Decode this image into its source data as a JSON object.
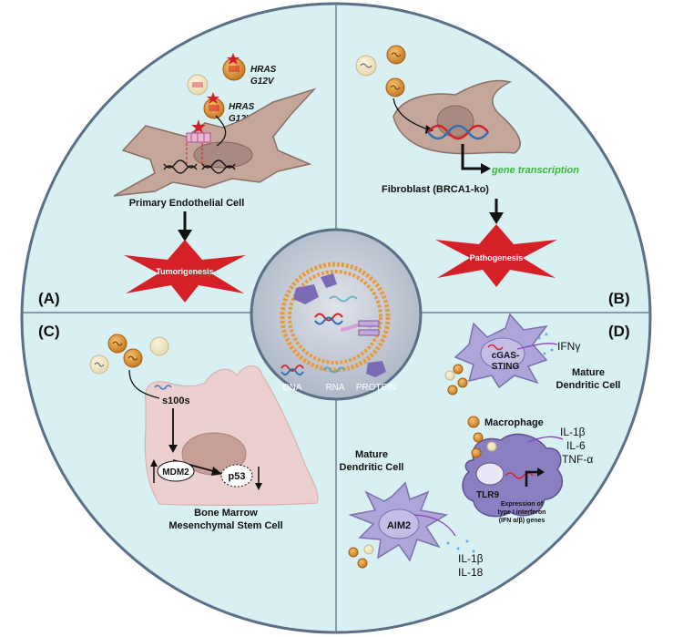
{
  "panels": {
    "A": {
      "letter": "(A)",
      "mutation_line1": "HRAS",
      "mutation_line2": "G12V",
      "cell_label": "Primary Endothelial Cell",
      "outcome": "Tumorigenesis"
    },
    "B": {
      "letter": "(B)",
      "process_label": "gene transcription",
      "cell_label": "Fibroblast (BRCA1-ko)",
      "outcome": "Pathogenesis"
    },
    "C": {
      "letter": "(C)",
      "protein": "s100s",
      "mdm2": "MDM2",
      "p53": "p53",
      "cell_line1": "Bone Marrow",
      "cell_line2": "Mesenchymal Stem Cell"
    },
    "D": {
      "letter": "(D)",
      "sensor1_line1": "cGAS-",
      "sensor1_line2": "STING",
      "output1": "IFNγ",
      "cell1_line1": "Mature",
      "cell1_line2": "Dendritic Cell",
      "macrophage": "Macrophage",
      "mac_out1": "IL-1β",
      "mac_out2": "IL-6",
      "mac_out3": "TNF-α",
      "tlr9": "TLR9",
      "expr_line1": "Expression of",
      "expr_line2": "type I interferon",
      "expr_line3": "(IFN α/β) genes",
      "cell2_line1": "Mature",
      "cell2_line2": "Dendritic Cell",
      "aim2": "AIM2",
      "out2_line1": "IL-1β",
      "out2_line2": "IL-18"
    }
  },
  "center": {
    "dna": "DNA",
    "rna": "RNA",
    "protein": "PROTEIN"
  },
  "colors": {
    "panel_bg": "#d9f0f2",
    "circle_border": "#5b6f86",
    "star": "#d62028",
    "cell_tan": "#c4a69a",
    "cell_pink": "#eccfcf",
    "dendritic": "#aea5d8",
    "vesicle_orange": "#e89a3a",
    "center_bg": "#c5ccd8",
    "green_text": "#3db63d"
  }
}
